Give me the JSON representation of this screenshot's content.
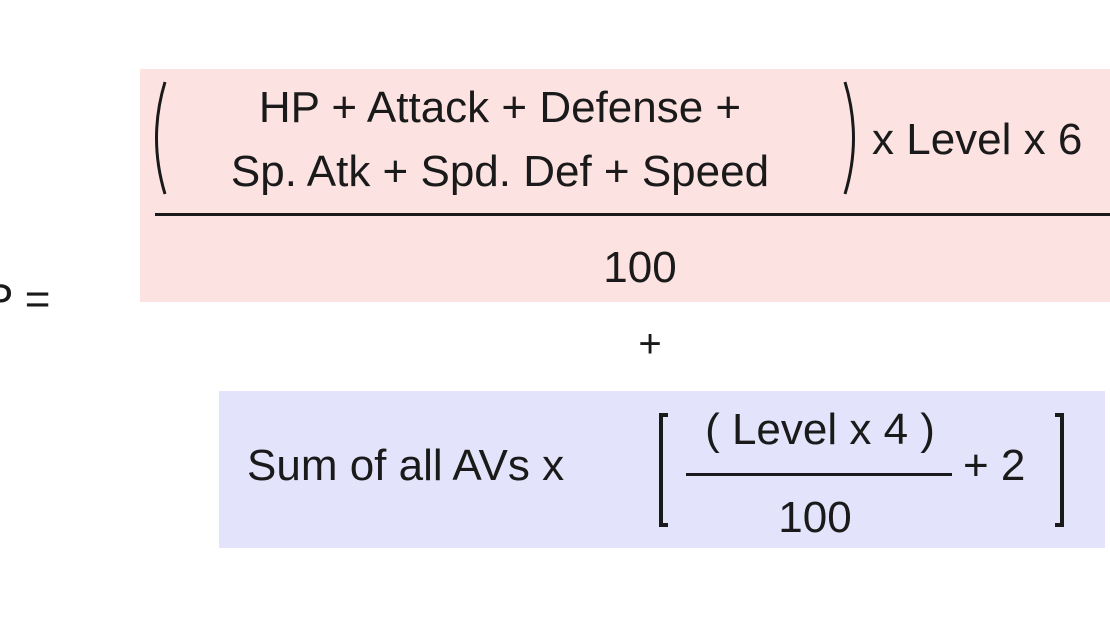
{
  "formula": {
    "lhs": "P =",
    "top": {
      "numerator_line1": "HP + Attack + Defense +",
      "numerator_line2": "Sp. Atk + Spd. Def + Speed",
      "multiplier": "x Level x 6",
      "denominator": "100"
    },
    "plus": "+",
    "bottom": {
      "prefix": "Sum of all AVs x",
      "inner_numerator": "( Level x 4 )",
      "inner_denominator": "100",
      "inner_addend": "+ 2"
    }
  },
  "colors": {
    "top_box": "#fde2e2",
    "bottom_box": "#e3e3fb",
    "ink": "#1a1a1a"
  }
}
